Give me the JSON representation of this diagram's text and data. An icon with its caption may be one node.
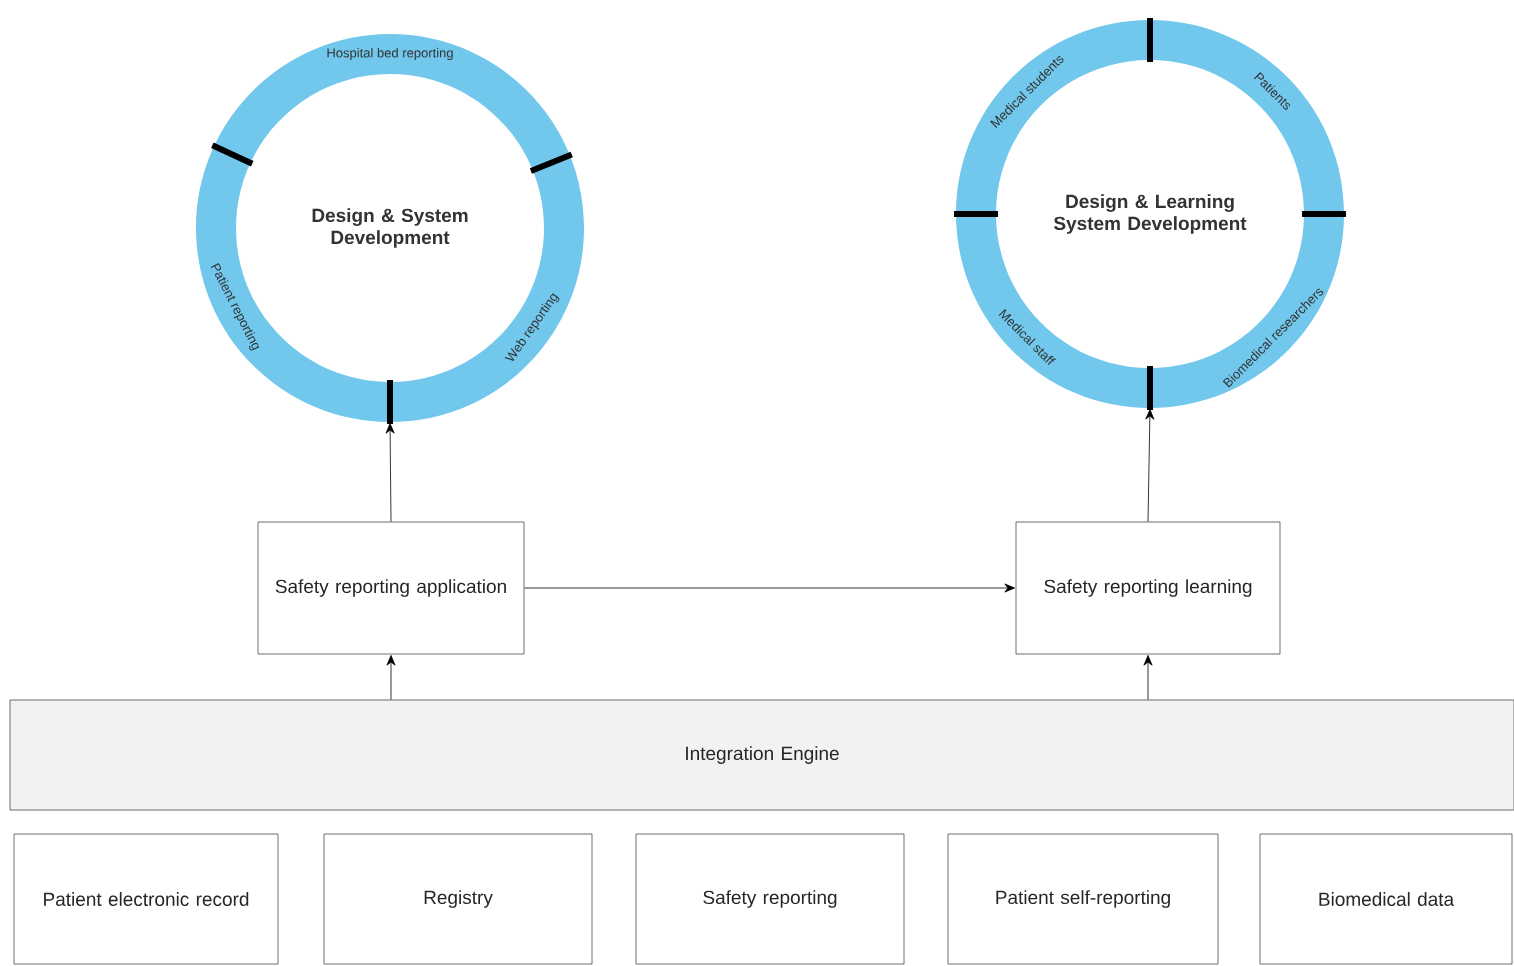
{
  "diagram": {
    "nodes": [
      {
        "text": [
          "Design & System Development",
          "Hospital bed reporting",
          "Web reporting",
          "Patient reporting"
        ]
      },
      {
        "text": [
          "Design & Learning System Development",
          "Patients",
          "Biomedical researchers",
          "Medical staff",
          "Medical students"
        ]
      },
      {
        "text": [
          "Safety reporting application"
        ]
      },
      {
        "text": [
          "Safety reporting learning"
        ]
      },
      {
        "text": [
          "Integration Engine"
        ]
      },
      {
        "text": [
          "Patient electronic record"
        ]
      },
      {
        "text": [
          "Registry"
        ]
      },
      {
        "text": [
          "Safety reporting"
        ]
      },
      {
        "text": [
          "Patient self-reporting"
        ]
      },
      {
        "text": [
          "Biomedical data"
        ]
      }
    ],
    "edges": [
      {
        "from": 2,
        "to": 0,
        "arrow": "to"
      },
      {
        "from": 3,
        "to": 1,
        "arrow": "to"
      },
      {
        "from": 2,
        "to": 3,
        "arrow": "to"
      },
      {
        "from": 4,
        "to": 2,
        "arrow": "to"
      },
      {
        "from": 4,
        "to": 3,
        "arrow": "to"
      }
    ]
  }
}
